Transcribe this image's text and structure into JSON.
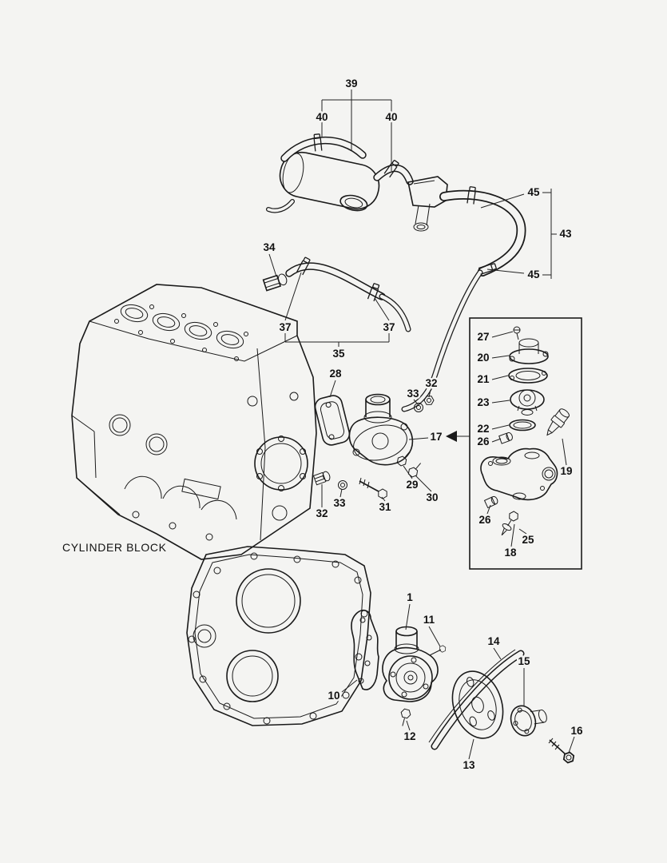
{
  "page": {
    "background": "#f4f4f2",
    "line_color": "#1a1a1a"
  },
  "diagram": {
    "block_label": "CYLINDER BLOCK",
    "callouts": [
      {
        "id": "39",
        "label": "39"
      },
      {
        "id": "40-left",
        "label": "40"
      },
      {
        "id": "40-right",
        "label": "40"
      },
      {
        "id": "45-top",
        "label": "45"
      },
      {
        "id": "43",
        "label": "43"
      },
      {
        "id": "45-bottom",
        "label": "45"
      },
      {
        "id": "34",
        "label": "34"
      },
      {
        "id": "37-left",
        "label": "37"
      },
      {
        "id": "37-right",
        "label": "37"
      },
      {
        "id": "35",
        "label": "35"
      },
      {
        "id": "27",
        "label": "27"
      },
      {
        "id": "20",
        "label": "20"
      },
      {
        "id": "21",
        "label": "21"
      },
      {
        "id": "28",
        "label": "28"
      },
      {
        "id": "32-upper",
        "label": "32"
      },
      {
        "id": "33-upper",
        "label": "33"
      },
      {
        "id": "23",
        "label": "23"
      },
      {
        "id": "22",
        "label": "22"
      },
      {
        "id": "26-upper",
        "label": "26"
      },
      {
        "id": "17",
        "label": "17"
      },
      {
        "id": "19",
        "label": "19"
      },
      {
        "id": "29",
        "label": "29"
      },
      {
        "id": "30",
        "label": "30"
      },
      {
        "id": "31",
        "label": "31"
      },
      {
        "id": "33-lower",
        "label": "33"
      },
      {
        "id": "32-lower",
        "label": "32"
      },
      {
        "id": "26-lower",
        "label": "26"
      },
      {
        "id": "25",
        "label": "25"
      },
      {
        "id": "18",
        "label": "18"
      },
      {
        "id": "1",
        "label": "1"
      },
      {
        "id": "11",
        "label": "11"
      },
      {
        "id": "14",
        "label": "14"
      },
      {
        "id": "15",
        "label": "15"
      },
      {
        "id": "10",
        "label": "10"
      },
      {
        "id": "12",
        "label": "12"
      },
      {
        "id": "13",
        "label": "13"
      },
      {
        "id": "16",
        "label": "16"
      }
    ]
  }
}
